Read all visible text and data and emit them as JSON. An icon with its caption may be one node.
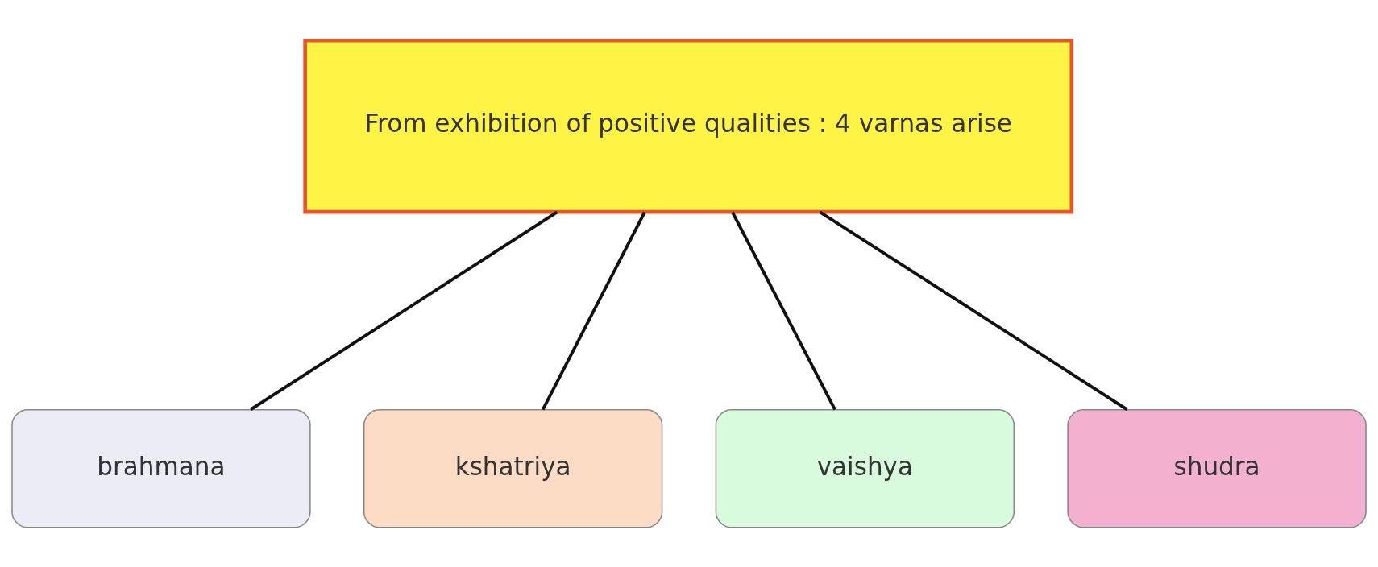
{
  "diagram": {
    "nodes": [
      {
        "text": [
          "From exhibition of positive qualities : 4 varnas arise"
        ]
      },
      {
        "text": [
          "brahmana"
        ]
      },
      {
        "text": [
          "kshatriya"
        ]
      },
      {
        "text": [
          "vaishya"
        ]
      },
      {
        "text": [
          "shudra"
        ]
      }
    ],
    "edges": [
      {
        "from": 0,
        "to": 1,
        "arrow": "none"
      },
      {
        "from": 0,
        "to": 2,
        "arrow": "none"
      },
      {
        "from": 0,
        "to": 3,
        "arrow": "none"
      },
      {
        "from": 0,
        "to": 4,
        "arrow": "none"
      }
    ]
  }
}
